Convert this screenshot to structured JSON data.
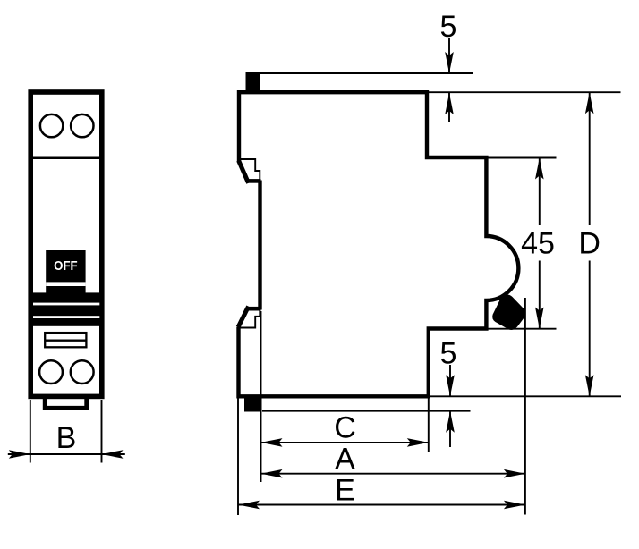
{
  "diagram": {
    "type": "technical-dimensional-drawing",
    "subject": "single-pole miniature circuit breaker (MCB), front view and side profile with dimension lines",
    "colors": {
      "background": "#ffffff",
      "ink": "#000000"
    },
    "front_view": {
      "switch_state_label": "OFF",
      "width_dim_label": "B"
    },
    "side_view": {
      "top_protrusion_dim_label": "5",
      "bottom_protrusion_dim_label": "5",
      "handle_section_height_dim_label": "45",
      "overall_height_dim_label": "D",
      "rail_to_front_step_depth_dim_label": "C",
      "rail_to_handle_depth_dim_label": "A",
      "overall_depth_dim_label": "E"
    }
  }
}
